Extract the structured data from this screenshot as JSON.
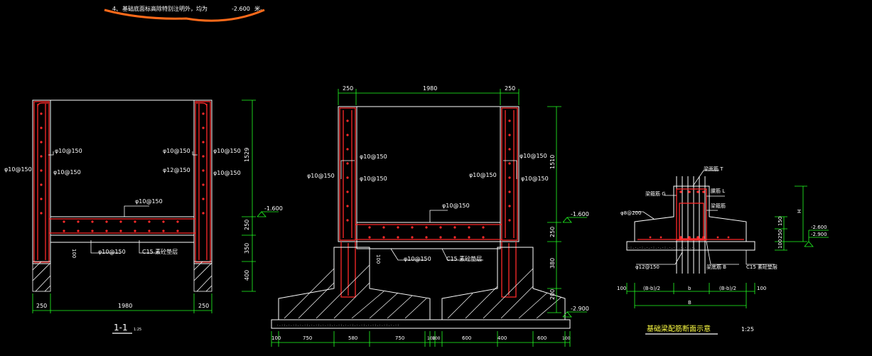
{
  "note": {
    "prefix": "4、",
    "text": "基础底面标高除特别注明外，均为",
    "value": "-2.600",
    "unit": "米。"
  },
  "colors": {
    "background": "#000000",
    "outline": "#ffffff",
    "rebar": "#ff2a2a",
    "dimension": "#22ff22",
    "label": "#ffffff",
    "annotation": "#ff6a1a",
    "accent": "#ffff44"
  },
  "section_1_1": {
    "title": "1-1",
    "scale": "1:25",
    "rebar_labels": {
      "upper_left": "φ10@150",
      "upper_right": "φ10@150",
      "mid_left_inner": "φ10@150",
      "mid_right_inner": "φ12@150",
      "outer_left": "φ10@150",
      "outer_right": "φ10@150",
      "slab": "φ10@150",
      "bottom": "φ10@150"
    },
    "cushion_label": "C15 素砼垫层",
    "side_dim": "100",
    "elevation": "-1.600",
    "dims_vertical": [
      "1529",
      "250",
      "350",
      "400"
    ],
    "dims_bottom": [
      "250",
      "1980",
      "250"
    ]
  },
  "section_mid": {
    "dims_top": [
      "250",
      "1980",
      "250"
    ],
    "rebar_labels": {
      "left_upper": "φ10@150",
      "left_lower": "φ10@150",
      "outer_left": "φ10@150",
      "right_upper": "φ10@150",
      "right_lower": "φ10@150",
      "outer_right": "φ10@150",
      "slab": "φ10@150",
      "bottom": "φ10@150"
    },
    "cushion_label": "C15 素砼垫层",
    "side_dim": "100",
    "elevations": [
      "-1.600",
      "-2.900"
    ],
    "dims_vertical": [
      "1510",
      "250",
      "380",
      "200"
    ],
    "dims_bottom": [
      "100",
      "750",
      "580",
      "750",
      "100",
      "100",
      "600",
      "400",
      "600",
      "100"
    ]
  },
  "beam_detail": {
    "title": "基础梁配筋断面示意",
    "scale": "1:25",
    "labels": {
      "top": "梁面筋 T",
      "stirrup": "梁箍筋 G",
      "waist": "腰筋 L",
      "stirrup2": "梁箍筋",
      "bottom": "梁底筋 B",
      "left_rebar": "φ8@200",
      "cushion_rebar": "φ12@150",
      "cushion": "C15 素砼垫层"
    },
    "elevations": [
      "-2.600",
      "-2.900"
    ],
    "dims_vertical": [
      "150",
      "250",
      "100",
      "H"
    ],
    "dims_bottom": [
      "100",
      "(B-b)/2",
      "b",
      "(B-b)/2",
      "100"
    ],
    "dim_total": "B"
  }
}
